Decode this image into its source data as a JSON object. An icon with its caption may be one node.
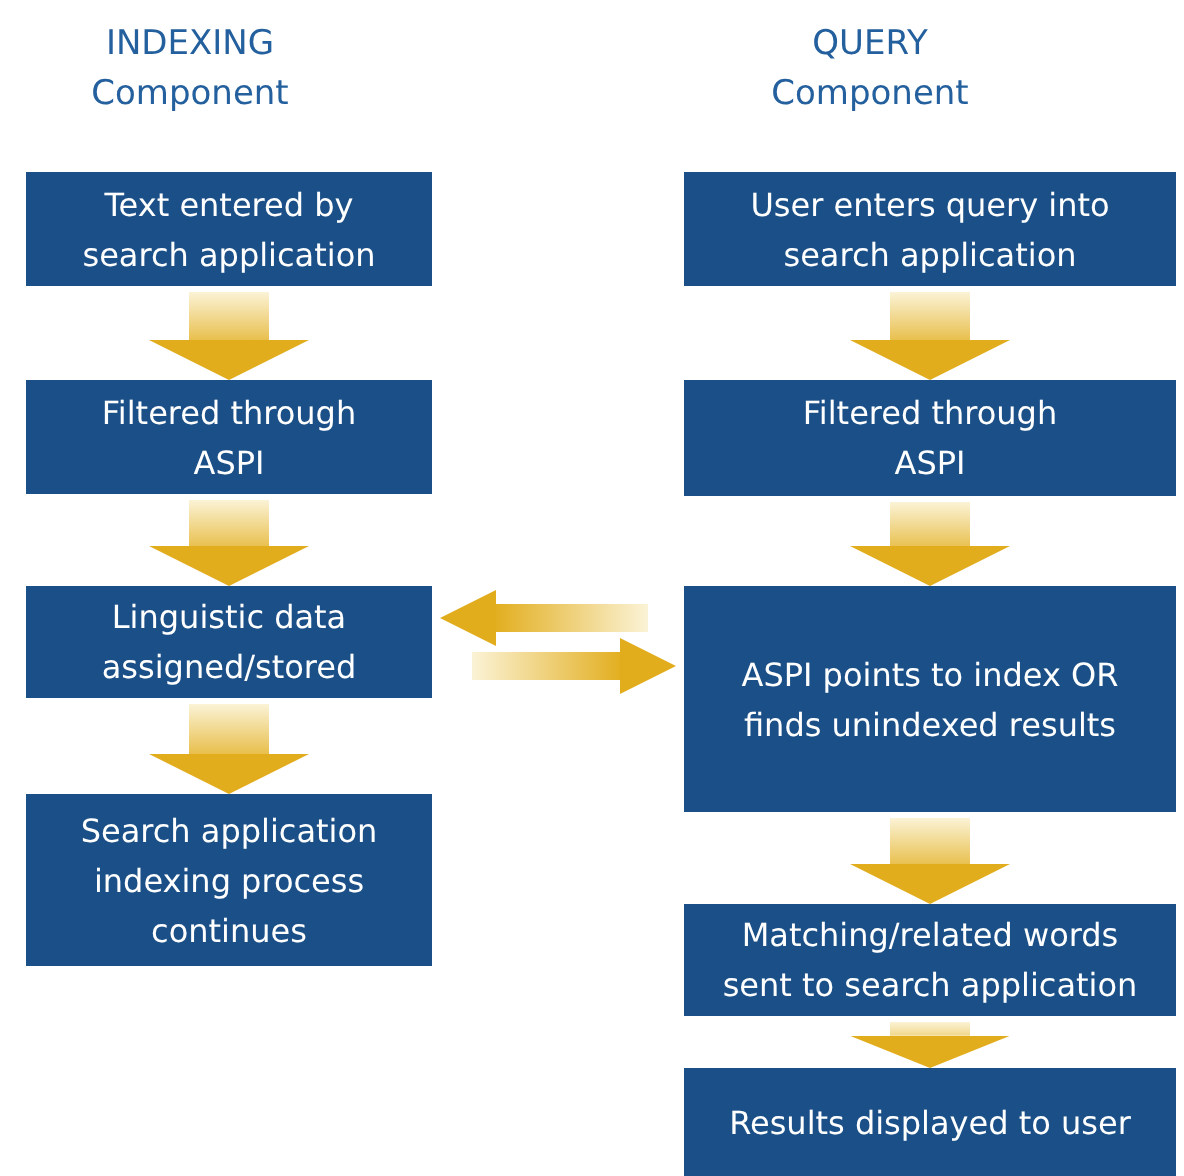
{
  "diagram": {
    "nodes": [
      {
        "text": [
          "Text entered by search application"
        ]
      },
      {
        "text": [
          "Filtered through ASPI"
        ]
      },
      {
        "text": [
          "Linguistic data assigned/stored"
        ]
      },
      {
        "text": [
          "Search application indexing process continues"
        ]
      },
      {
        "text": [
          "User enters query into search application"
        ]
      },
      {
        "text": [
          "Filtered through ASPI"
        ]
      },
      {
        "text": [
          "ASPI points to index OR finds unindexed results"
        ]
      },
      {
        "text": [
          "Matching/related words sent to search application"
        ]
      },
      {
        "text": [
          "Results displayed to user"
        ]
      }
    ],
    "edges": [
      {
        "from": 0,
        "to": 1,
        "arrow": "to"
      },
      {
        "from": 1,
        "to": 2,
        "arrow": "to"
      },
      {
        "from": 2,
        "to": 3,
        "arrow": "to"
      },
      {
        "from": 4,
        "to": 5,
        "arrow": "to"
      },
      {
        "from": 5,
        "to": 6,
        "arrow": "to"
      },
      {
        "from": 6,
        "to": 7,
        "arrow": "to"
      },
      {
        "from": 7,
        "to": 8,
        "arrow": "to"
      },
      {
        "from": 6,
        "to": 2,
        "arrow": "to"
      },
      {
        "from": 2,
        "to": 6,
        "arrow": "to"
      }
    ],
    "labels": [
      "INDEXING Component",
      "QUERY Component"
    ]
  }
}
